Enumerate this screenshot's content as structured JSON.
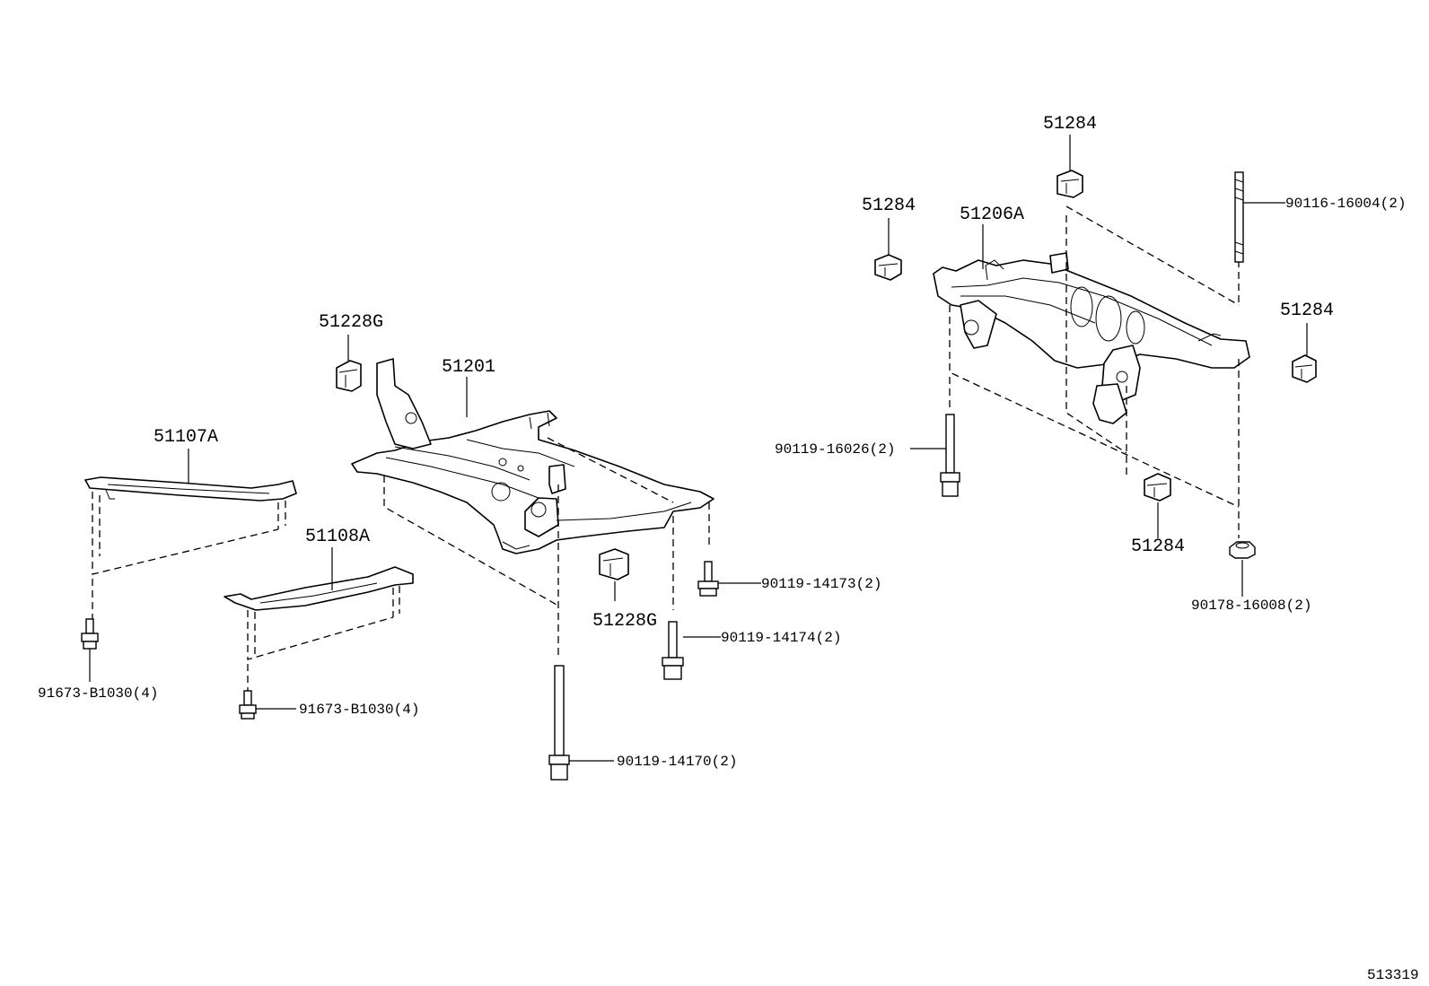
{
  "callouts": {
    "p51107A": "51107A",
    "p51108A": "51108A",
    "p51228G_top": "51228G",
    "p51228G_bottom": "51228G",
    "p51201": "51201",
    "p91673_left": "91673-B1030(4)",
    "p91673_right": "91673-B1030(4)",
    "p90119_14173": "90119-14173(2)",
    "p90119_14174": "90119-14174(2)",
    "p90119_14170": "90119-14170(2)",
    "p51284_top": "51284",
    "p51284_left": "51284",
    "p51284_right": "51284",
    "p51284_bottom": "51284",
    "p51206A": "51206A",
    "p90116_16004": "90116-16004(2)",
    "p90119_16026": "90119-16026(2)",
    "p90178_16008": "90178-16008(2)"
  },
  "diagram_id": "513319"
}
